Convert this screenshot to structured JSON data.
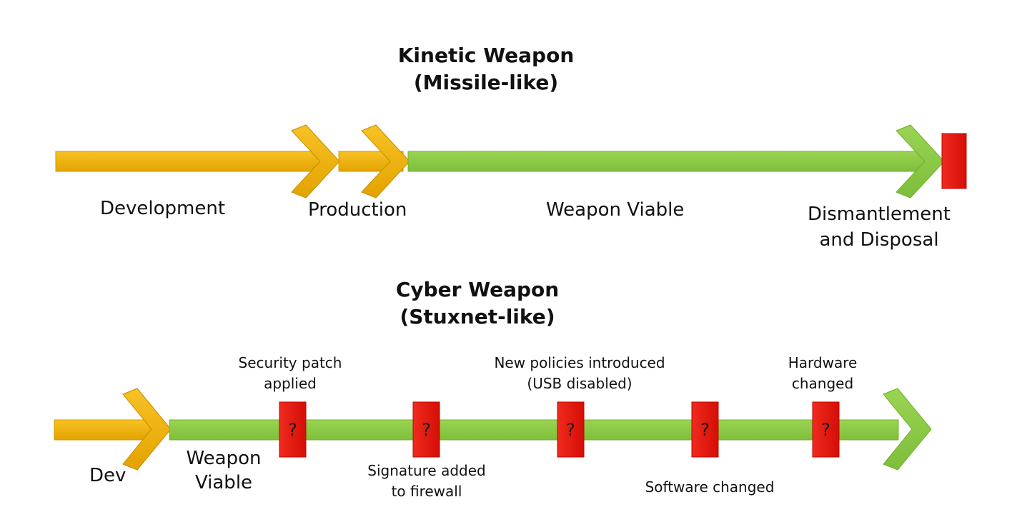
{
  "kinetic": {
    "title_line1": "Kinetic Weapon",
    "title_line2": "(Missile-like)",
    "phases": {
      "development": "Development",
      "production": "Production",
      "viable": "Weapon Viable",
      "end_line1": "Dismantlement",
      "end_line2": "and Disposal"
    }
  },
  "cyber": {
    "title_line1": "Cyber Weapon",
    "title_line2": "(Stuxnet-like)",
    "phases": {
      "dev": "Dev",
      "viable_line1": "Weapon",
      "viable_line2": "Viable"
    },
    "events": [
      {
        "label_line1": "Security patch",
        "label_line2": "applied",
        "marker": "?"
      },
      {
        "label_line1": "Signature added",
        "label_line2": "to firewall",
        "marker": "?"
      },
      {
        "label_line1": "New policies introduced",
        "label_line2": "(USB disabled)",
        "marker": "?"
      },
      {
        "label_line1": "Software changed",
        "label_line2": "",
        "marker": "?"
      },
      {
        "label_line1": "Hardware",
        "label_line2": "changed",
        "marker": "?"
      }
    ]
  },
  "colors": {
    "development_orange": "#F0B000",
    "viable_green": "#8CCB44",
    "end_red": "#E8140C",
    "arrow_edge_dark": "#C98A00",
    "green_edge": "#6FAF2A"
  }
}
